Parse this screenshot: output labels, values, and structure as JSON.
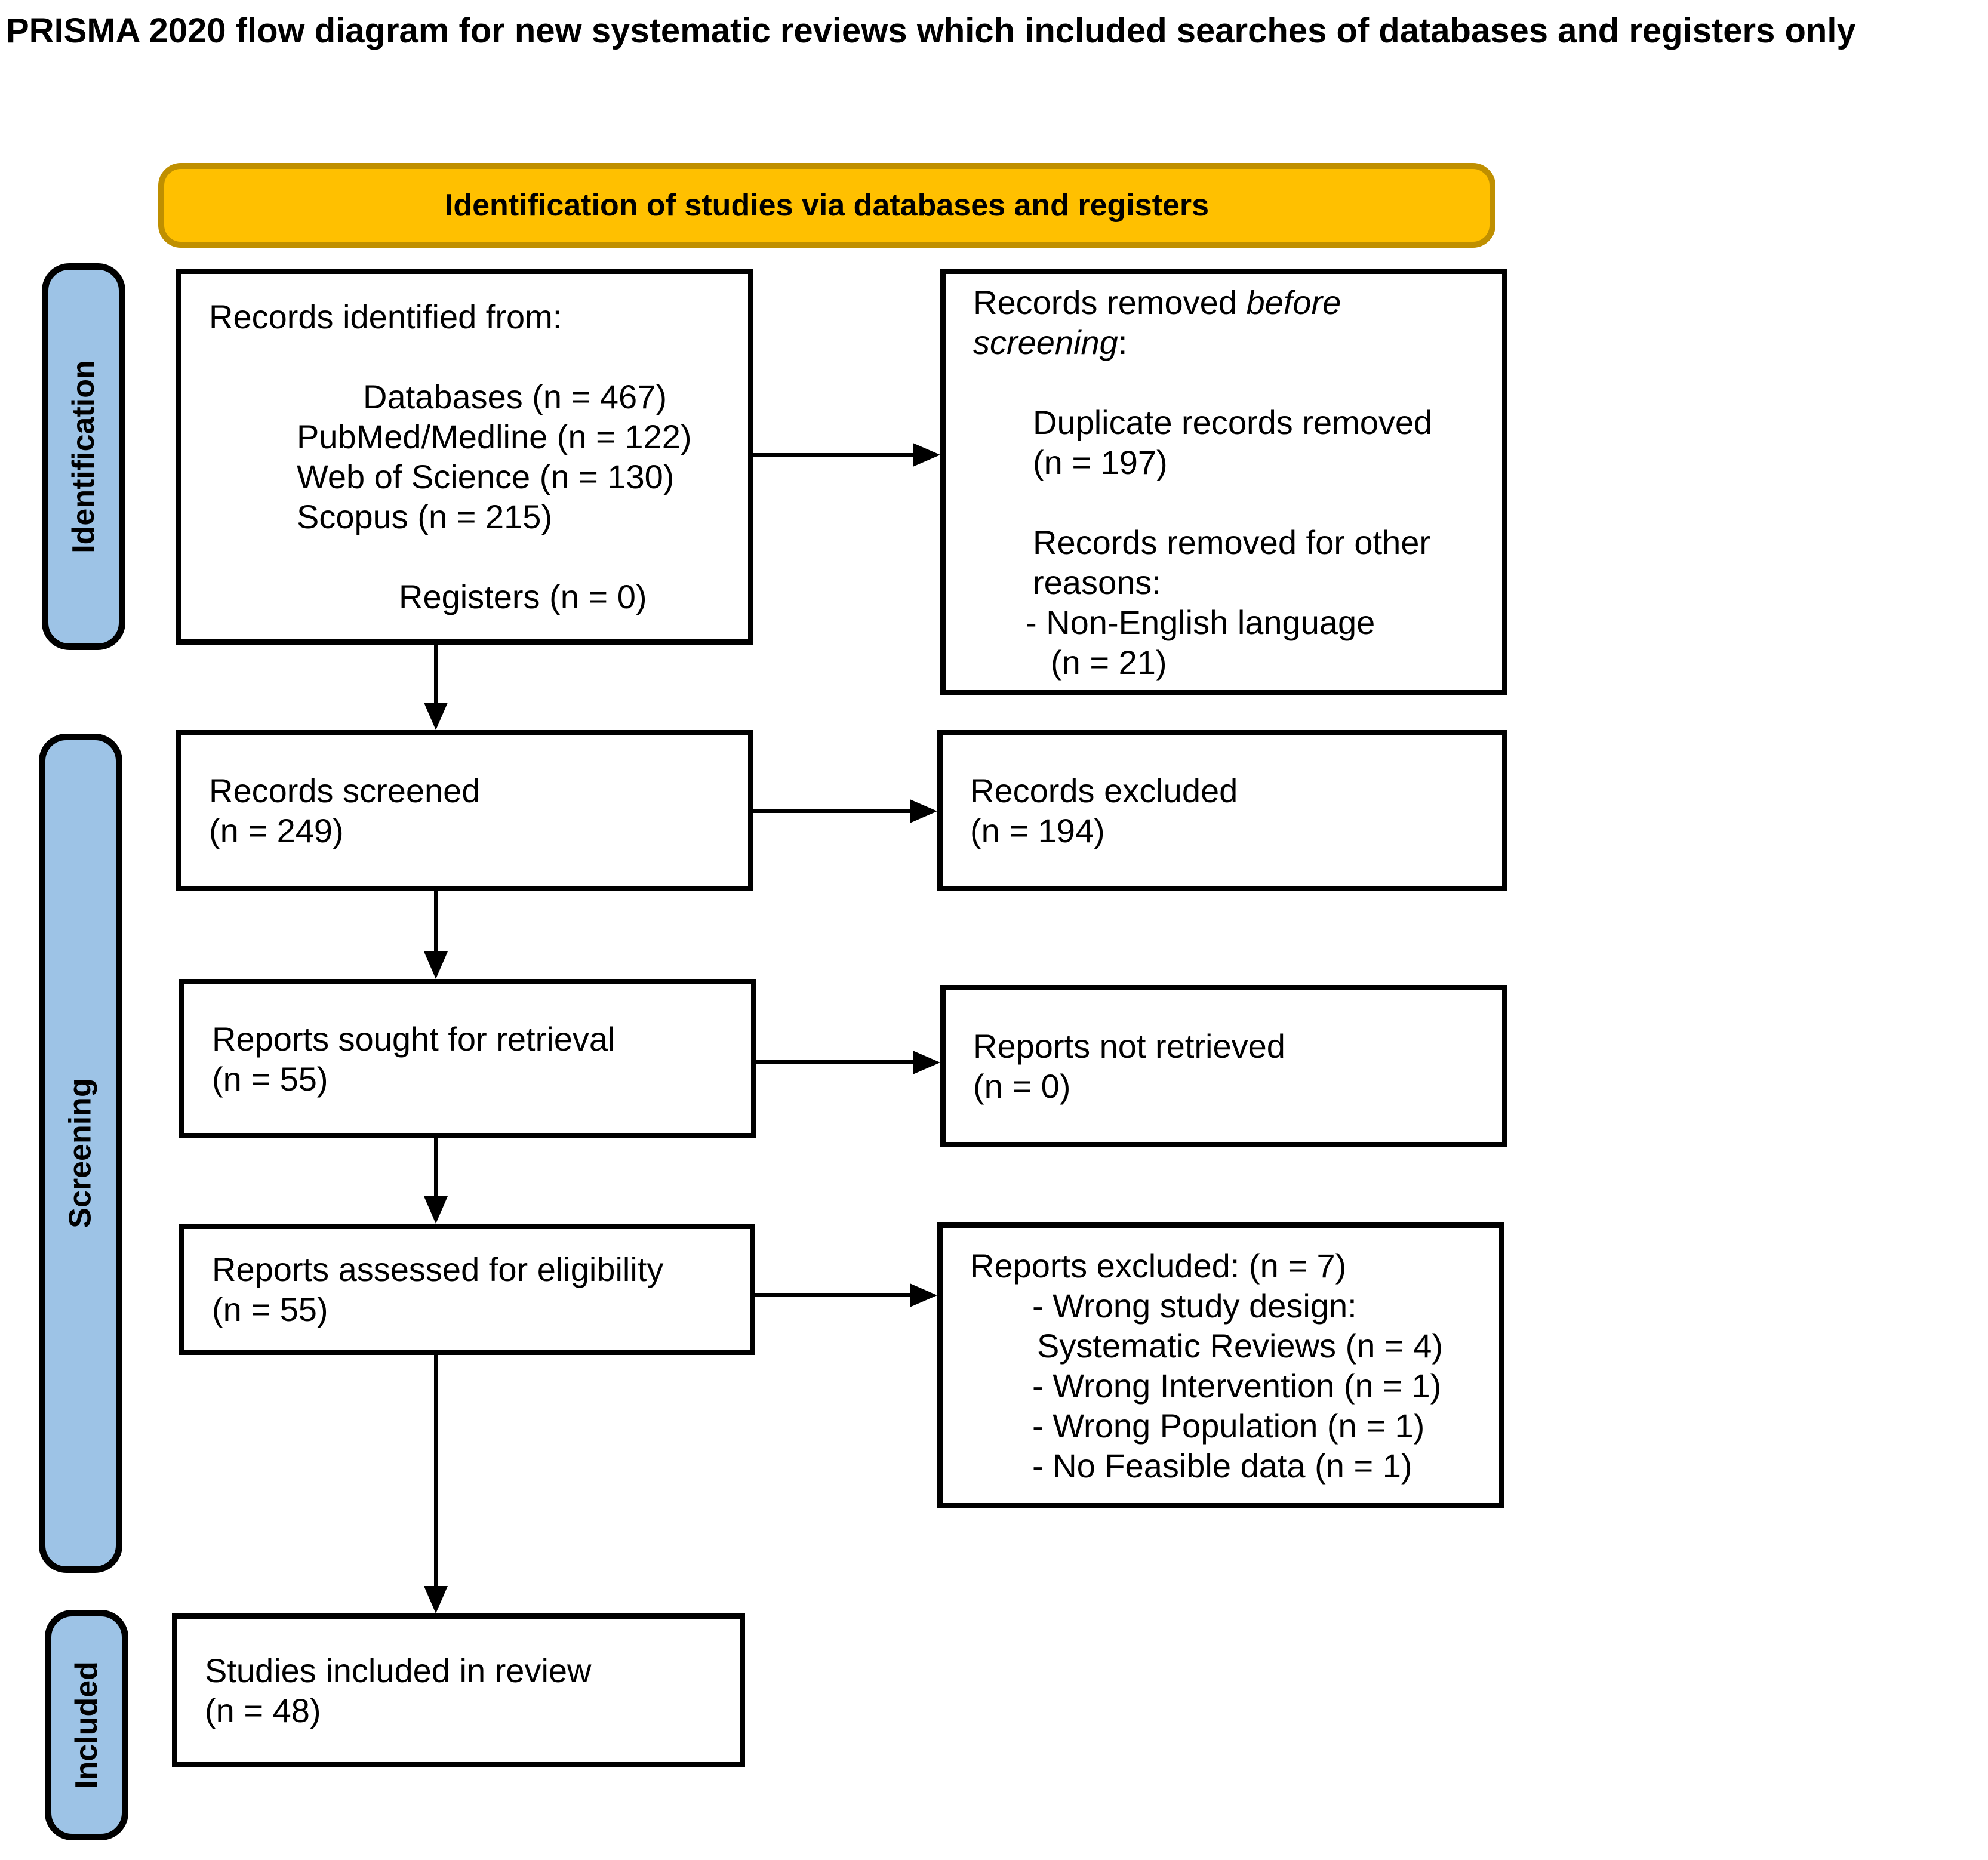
{
  "title": "PRISMA 2020 flow diagram for new systematic reviews which included searches of databases and registers only",
  "banner": {
    "label": "Identification of studies via databases and registers",
    "bg": "#FFC000",
    "border_color": "#BF8F00"
  },
  "sidebar": {
    "bg": "#9DC3E6",
    "border_color": "#000000",
    "stages": [
      {
        "label": "Identification"
      },
      {
        "label": "Screening"
      },
      {
        "label": "Included"
      }
    ]
  },
  "boxes": {
    "records_identified": {
      "lines": [
        {
          "t": "Records identified from:",
          "ind": 0
        },
        {
          "t": "",
          "ind": 0
        },
        {
          "t": "Databases (n = 467)",
          "ind": 258
        },
        {
          "t": "PubMed/Medline (n = 122)",
          "ind": 147
        },
        {
          "t": "Web of Science (n = 130)",
          "ind": 147
        },
        {
          "t": "Scopus (n = 215)",
          "ind": 147
        },
        {
          "t": "",
          "ind": 0
        },
        {
          "t": "Registers (n = 0)",
          "ind": 318
        }
      ]
    },
    "records_removed": {
      "lines": [
        {
          "ind": 0,
          "segments": [
            {
              "t": "Records removed "
            },
            {
              "t": "before",
              "i": true
            }
          ]
        },
        {
          "ind": 0,
          "segments": [
            {
              "t": "screening",
              "i": true
            },
            {
              "t": ":"
            }
          ]
        },
        {
          "t": "",
          "ind": 0
        },
        {
          "t": "Duplicate records removed",
          "ind": 100
        },
        {
          "t": "(n = 197)",
          "ind": 100
        },
        {
          "t": "",
          "ind": 0
        },
        {
          "t": "Records removed for other",
          "ind": 100
        },
        {
          "t": "reasons:",
          "ind": 100
        },
        {
          "t": "- Non-English language",
          "ind": 88
        },
        {
          "t": "(n = 21)",
          "ind": 130
        }
      ]
    },
    "records_screened": {
      "lines": [
        {
          "t": "Records screened",
          "ind": 0
        },
        {
          "t": "(n = 249)",
          "ind": 0
        }
      ]
    },
    "records_excluded": {
      "lines": [
        {
          "t": "Records excluded",
          "ind": 0
        },
        {
          "t": "(n = 194)",
          "ind": 0
        }
      ]
    },
    "reports_sought": {
      "lines": [
        {
          "t": "Reports sought for retrieval",
          "ind": 0
        },
        {
          "t": "(n = 55)",
          "ind": 0
        }
      ]
    },
    "reports_not_retrieved": {
      "lines": [
        {
          "t": "Reports not retrieved",
          "ind": 0
        },
        {
          "t": "(n = 0)",
          "ind": 0
        }
      ]
    },
    "reports_assessed": {
      "lines": [
        {
          "t": "Reports assessed for eligibility",
          "ind": 0
        },
        {
          "t": "(n = 55)",
          "ind": 0
        }
      ]
    },
    "reports_excluded": {
      "lines": [
        {
          "t": "Reports excluded: (n = 7)",
          "ind": 0
        },
        {
          "t": "- Wrong study design:",
          "ind": 104
        },
        {
          "t": "Systematic Reviews (n = 4)",
          "ind": 112
        },
        {
          "t": "- Wrong Intervention (n = 1)",
          "ind": 104
        },
        {
          "t": "- Wrong Population (n = 1)",
          "ind": 104
        },
        {
          "t": "- No Feasible data (n = 1)",
          "ind": 104
        }
      ]
    },
    "studies_included": {
      "lines": [
        {
          "t": "Studies included in review",
          "ind": 0
        },
        {
          "t": "(n = 48)",
          "ind": 0
        }
      ]
    }
  }
}
